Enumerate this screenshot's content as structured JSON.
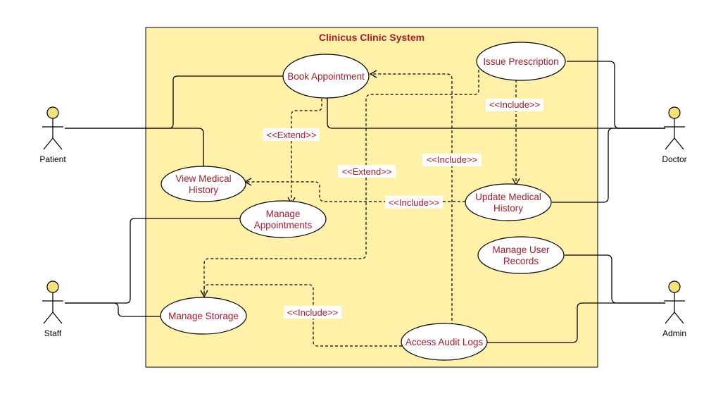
{
  "system": {
    "title": "Clinicus Clinic System"
  },
  "actors": {
    "patient": "Patient",
    "staff": "Staff",
    "doctor": "Doctor",
    "admin": "Admin"
  },
  "use_cases": {
    "book_appointment": [
      "Book Appointment"
    ],
    "issue_prescription": [
      "Issue Prescription"
    ],
    "view_medical_history": [
      "View Medical",
      "History"
    ],
    "manage_appointments": [
      "Manage",
      "Appointments"
    ],
    "update_medical_history": [
      "Update Medical",
      "History"
    ],
    "manage_user_records": [
      "Manage User",
      "Records"
    ],
    "manage_storage": [
      "Manage Storage"
    ],
    "access_audit_logs": [
      "Access Audit Logs"
    ]
  },
  "relationship_labels": {
    "extend_book_to_manage": "<<Extend>>",
    "extend_prescription_to_storage": "<<Extend>>",
    "include_prescription_to_update": "<<Include>>",
    "include_audit_to_book": "<<Include>>",
    "include_update_to_view": "<<Include>>",
    "include_audit_to_storage": "<<Include>>"
  },
  "colors": {
    "system_fill": "#fff2a8",
    "system_border": "#000000",
    "use_case_text": "#a51d2d",
    "title_text": "#a51d2d",
    "label_text": "#a51d2d",
    "actor_head": "#f5e27a",
    "line": "#000000"
  }
}
